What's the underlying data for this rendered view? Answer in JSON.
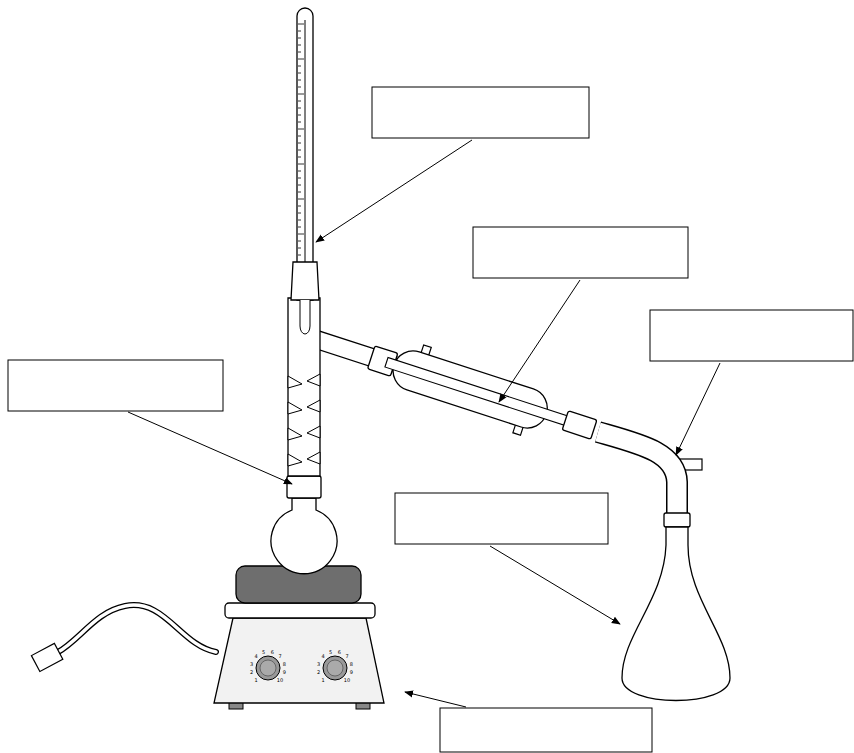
{
  "diagram": {
    "labels": [
      "1",
      "2",
      "3",
      "4",
      "5",
      "6",
      "7",
      "8",
      "9",
      "10",
      "1",
      "2",
      "3",
      "4",
      "5",
      "6",
      "7",
      "8",
      "9",
      "10"
    ]
  }
}
